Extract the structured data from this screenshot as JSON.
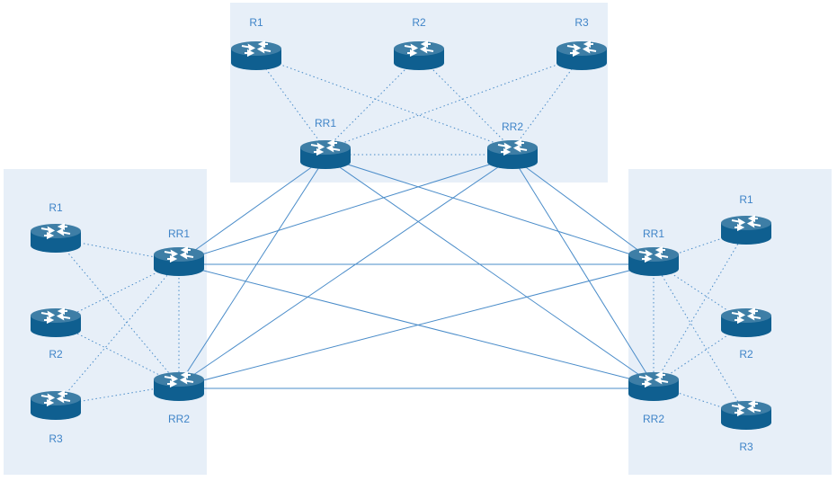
{
  "colors": {
    "region_fill": "#e7eff8",
    "link": "#3f84c8",
    "router_top": "#3e7ea6",
    "router_body": "#0f5f90",
    "router_arrow": "#ffffff",
    "label": "#3f84c8"
  },
  "regions": [
    {
      "name": "top",
      "rr1_label": "RR1",
      "rr2_label": "RR2",
      "clients": [
        {
          "label": "R1"
        },
        {
          "label": "R2"
        },
        {
          "label": "R3"
        }
      ]
    },
    {
      "name": "left",
      "rr1_label": "RR1",
      "rr2_label": "RR2",
      "clients": [
        {
          "label": "R1"
        },
        {
          "label": "R2"
        },
        {
          "label": "R3"
        }
      ]
    },
    {
      "name": "right",
      "rr1_label": "RR1",
      "rr2_label": "RR2",
      "clients": [
        {
          "label": "R1"
        },
        {
          "label": "R2"
        },
        {
          "label": "R3"
        }
      ]
    }
  ],
  "links": {
    "style_dotted": "client-to-rr",
    "style_solid": "rr-full-mesh"
  }
}
